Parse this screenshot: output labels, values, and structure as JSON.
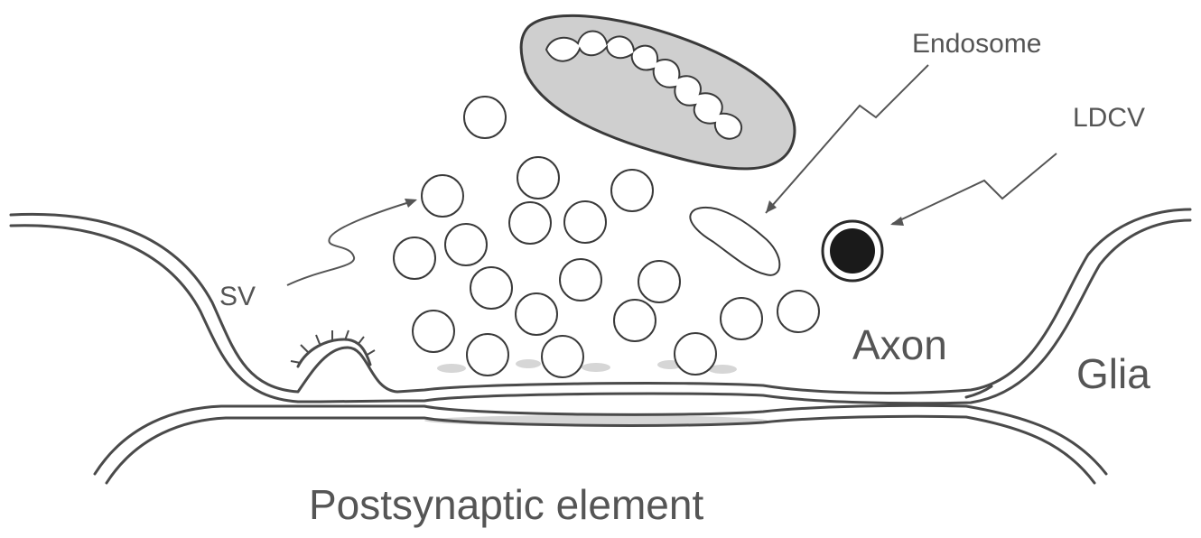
{
  "diagram": {
    "labels": {
      "endosome": "Endosome",
      "ldcv": "LDCV",
      "sv": "SV",
      "axon": "Axon",
      "glia": "Glia",
      "postsynaptic": "Postsynaptic element"
    },
    "colors": {
      "line": "#4a4a4a",
      "text": "#555555",
      "mitochondrion_fill": "#cfcfcf",
      "ldcv_core": "#1a1a1a",
      "density_stipple": "#c8c8c8"
    }
  }
}
